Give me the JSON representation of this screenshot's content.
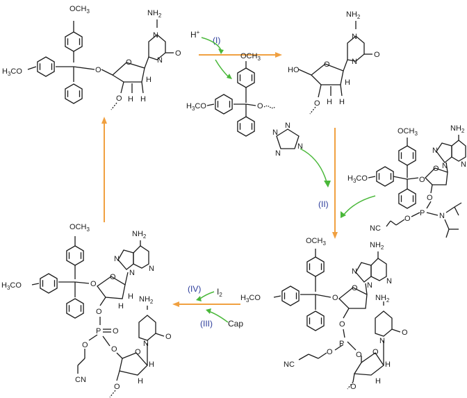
{
  "labels": {
    "och3": "OCH",
    "h3co": "H",
    "h3co_tail": "CO",
    "three": "3",
    "two": "2",
    "meo": "H",
    "nh2": "NH",
    "o": "O",
    "n": "N",
    "h": "H",
    "p": "P",
    "nc": "NC",
    "cn": "CN",
    "ho": "HO",
    "n_small": "N"
  },
  "steps": {
    "I": "(I)",
    "II": "(II)",
    "III": "(III)",
    "IV": "(IV)"
  },
  "reagents": {
    "proton": "H",
    "proton_sup": "+",
    "iodine": "I",
    "iodine_sub": "2",
    "cap": "Cap"
  },
  "colors": {
    "main_arrow": "#f0a040",
    "mechanism_arrow": "#4ab83a",
    "step_label": "#2a3a9a",
    "ink": "#1a1a1a"
  }
}
